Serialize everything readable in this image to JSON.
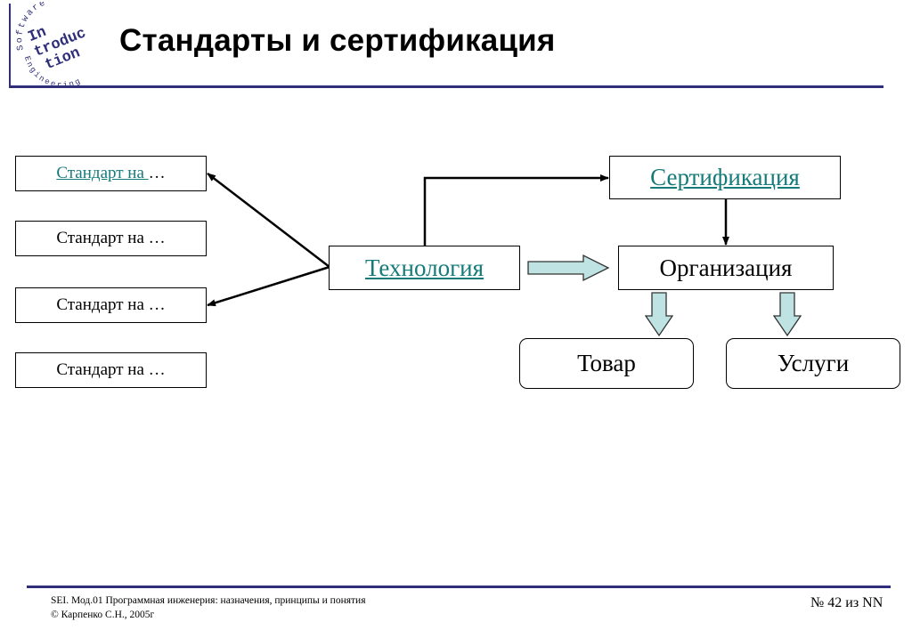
{
  "logo": {
    "top_word": "Software",
    "middle_lines": [
      "In",
      "troduc",
      "tion"
    ],
    "bottom_word": "Engineering"
  },
  "title": "Стандарты и сертификация",
  "diagram": {
    "nodes": {
      "standard_1": {
        "prefix": "Стандарт на ",
        "suffix": "…"
      },
      "standard_2": "Стандарт на …",
      "standard_3": "Стандарт на …",
      "standard_4": "Стандарт на …",
      "technology": "Технология",
      "certification": "Сертификация",
      "organization": "Организация",
      "goods": "Товар",
      "services": "Услуги"
    },
    "edges": [
      {
        "from": "technology",
        "to": "standard_1"
      },
      {
        "from": "technology",
        "to": "standard_3"
      },
      {
        "from": "technology",
        "to": "certification"
      },
      {
        "from": "certification",
        "to": "organization"
      },
      {
        "from": "technology",
        "to": "organization",
        "style": "block-arrow"
      },
      {
        "from": "organization",
        "to": "goods",
        "style": "block-arrow"
      },
      {
        "from": "organization",
        "to": "services",
        "style": "block-arrow"
      }
    ],
    "colors": {
      "link": "#157a7a",
      "block_arrow_fill": "#bfe3e3",
      "rule": "#2e2e7a"
    }
  },
  "footer": {
    "line1": "SEI. Мод.01 Программная инженерия: назначения, принципы и понятия",
    "line2": "© Карпенко С.Н., 2005г",
    "page": "№ 42 из NN"
  }
}
